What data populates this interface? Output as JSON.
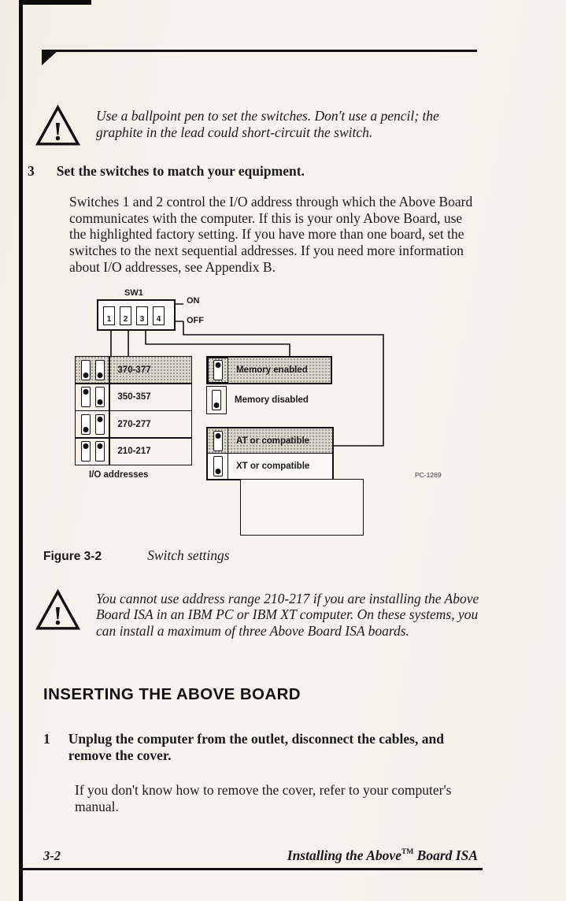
{
  "warning1": {
    "icon": "!",
    "text": "Use a ballpoint pen to set the switches.  Don't use a pencil; the graphite in the lead could short-circuit the switch."
  },
  "step3": {
    "number": "3",
    "title": "Set the switches to match your equipment.",
    "body": "Switches 1 and 2 control the I/O address through which the Above Board communicates with the computer.  If this is your only Above Board, use the highlighted factory setting.  If you have more than one board, set the switches to the next sequential addresses. If you need more information about I/O addresses, see Appendix B."
  },
  "figure": {
    "sw_label": "SW1",
    "switch_numbers": [
      "1",
      "2",
      "3",
      "4"
    ],
    "on_label": "ON",
    "off_label": "OFF",
    "io_rows": [
      {
        "label": "370-377",
        "highlighted": true,
        "positions": [
          "down",
          "down"
        ]
      },
      {
        "label": "350-357",
        "highlighted": false,
        "positions": [
          "up",
          "down"
        ]
      },
      {
        "label": "270-277",
        "highlighted": false,
        "positions": [
          "down",
          "up"
        ]
      },
      {
        "label": "210-217",
        "highlighted": false,
        "positions": [
          "up",
          "up"
        ]
      }
    ],
    "io_caption": "I/O addresses",
    "memory_rows": [
      {
        "label": "Memory enabled",
        "highlighted": true,
        "position": "up"
      },
      {
        "label": "Memory disabled",
        "highlighted": false,
        "position": "down"
      }
    ],
    "compat_rows": [
      {
        "label": "AT or compatible",
        "highlighted": true,
        "position": "up"
      },
      {
        "label": "XT or compatible",
        "highlighted": false,
        "position": "down"
      }
    ],
    "part_number": "PC-1269",
    "caption_label": "Figure 3-2",
    "caption_text": "Switch settings"
  },
  "warning2": {
    "icon": "!",
    "text": "You cannot use address range 210-217 if you are installing the Above Board  ISA in an IBM PC or IBM XT computer.  On these systems, you can install a maximum of three Above Board ISA boards."
  },
  "section": {
    "heading": "INSERTING THE ABOVE BOARD"
  },
  "step1": {
    "number": "1",
    "title": "Unplug the computer from the outlet, disconnect the cables, and remove the cover.",
    "body": "If you don't know how to remove the cover, refer to your computer's manual."
  },
  "footer": {
    "page_number": "3-2",
    "right_pre": "Installing the Above",
    "right_tm": "TM",
    "right_post": " Board ISA"
  }
}
